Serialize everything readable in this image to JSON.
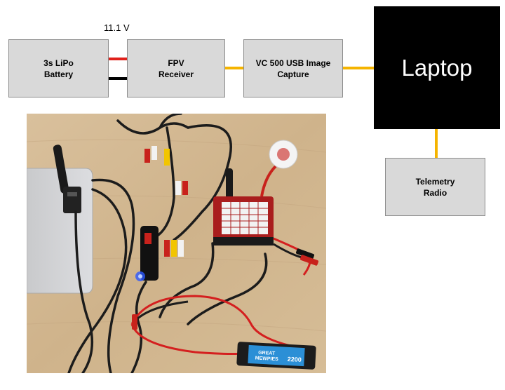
{
  "diagram": {
    "battery_label": "3s LiPo\nBattery",
    "voltage_label": "11.1 V",
    "receiver_label": "FPV\nReceiver",
    "capture_label": "VC 500 USB Image\nCapture",
    "laptop_label": "Laptop",
    "telemetry_label": "Telemetry\nRadio",
    "colors": {
      "box_fill": "#d9d9d9",
      "positive_wire": "#e0211b",
      "negative_wire": "#000000",
      "usb_link": "#f5b400",
      "laptop_fill": "#000000"
    }
  },
  "photo": {
    "battery_label_text": "GREAT\nMEWPIES",
    "battery_capacity_text": "2200"
  }
}
